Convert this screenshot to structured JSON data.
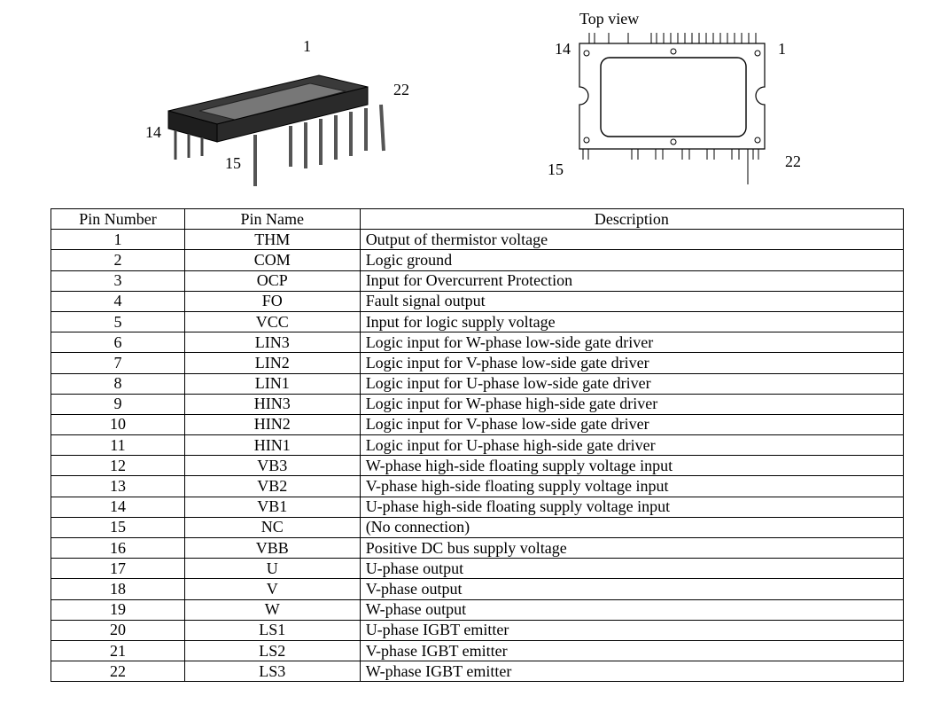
{
  "figure_3d": {
    "labels": {
      "pin1": "1",
      "pin22": "22",
      "pin14": "14",
      "pin15": "15"
    }
  },
  "figure_top": {
    "title": "Top view",
    "labels": {
      "pin14": "14",
      "pin1": "1",
      "pin15": "15",
      "pin22": "22"
    }
  },
  "table": {
    "headers": [
      "Pin Number",
      "Pin Name",
      "Description"
    ],
    "rows": [
      {
        "num": "1",
        "name": "THM",
        "desc": "Output of thermistor voltage"
      },
      {
        "num": "2",
        "name": "COM",
        "desc": "Logic ground"
      },
      {
        "num": "3",
        "name": "OCP",
        "desc": "Input for Overcurrent Protection"
      },
      {
        "num": "4",
        "name": "FO",
        "desc": "Fault signal output"
      },
      {
        "num": "5",
        "name": "VCC",
        "desc": "Input for logic supply voltage"
      },
      {
        "num": "6",
        "name": "LIN3",
        "desc": "Logic input for W-phase low-side gate driver"
      },
      {
        "num": "7",
        "name": "LIN2",
        "desc": "Logic input for V-phase low-side gate driver"
      },
      {
        "num": "8",
        "name": "LIN1",
        "desc": "Logic input for U-phase low-side gate driver"
      },
      {
        "num": "9",
        "name": "HIN3",
        "desc": "Logic input for W-phase high-side gate driver"
      },
      {
        "num": "10",
        "name": "HIN2",
        "desc": "Logic input for V-phase low-side gate driver"
      },
      {
        "num": "11",
        "name": "HIN1",
        "desc": "Logic input for U-phase high-side gate driver"
      },
      {
        "num": "12",
        "name": "VB3",
        "desc": "W-phase high-side floating supply voltage input"
      },
      {
        "num": "13",
        "name": "VB2",
        "desc": "V-phase high-side floating supply voltage input"
      },
      {
        "num": "14",
        "name": "VB1",
        "desc": "U-phase high-side floating supply voltage input"
      },
      {
        "num": "15",
        "name": "NC",
        "desc": "(No connection)"
      },
      {
        "num": "16",
        "name": "VBB",
        "desc": "Positive DC bus supply voltage"
      },
      {
        "num": "17",
        "name": "U",
        "desc": "U-phase output"
      },
      {
        "num": "18",
        "name": "V",
        "desc": "V-phase output"
      },
      {
        "num": "19",
        "name": "W",
        "desc": "W-phase output"
      },
      {
        "num": "20",
        "name": "LS1",
        "desc": "U-phase IGBT emitter"
      },
      {
        "num": "21",
        "name": "LS2",
        "desc": "V-phase IGBT emitter"
      },
      {
        "num": "22",
        "name": "LS3",
        "desc": "W-phase IGBT emitter"
      }
    ]
  }
}
